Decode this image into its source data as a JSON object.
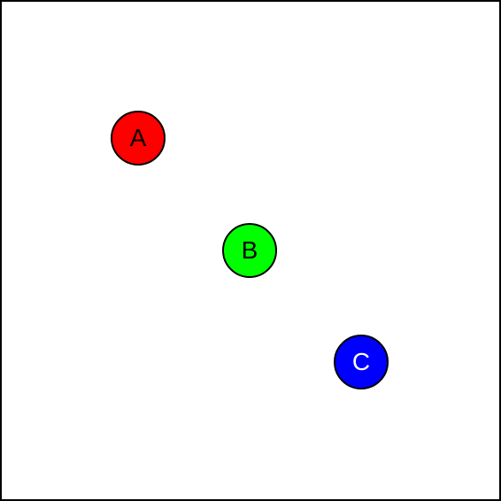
{
  "nodes": [
    {
      "label": "A",
      "fill": "#ff0000",
      "text_color": "#000000"
    },
    {
      "label": "B",
      "fill": "#00ff00",
      "text_color": "#000000"
    },
    {
      "label": "C",
      "fill": "#0000ff",
      "text_color": "#ffffff"
    }
  ]
}
